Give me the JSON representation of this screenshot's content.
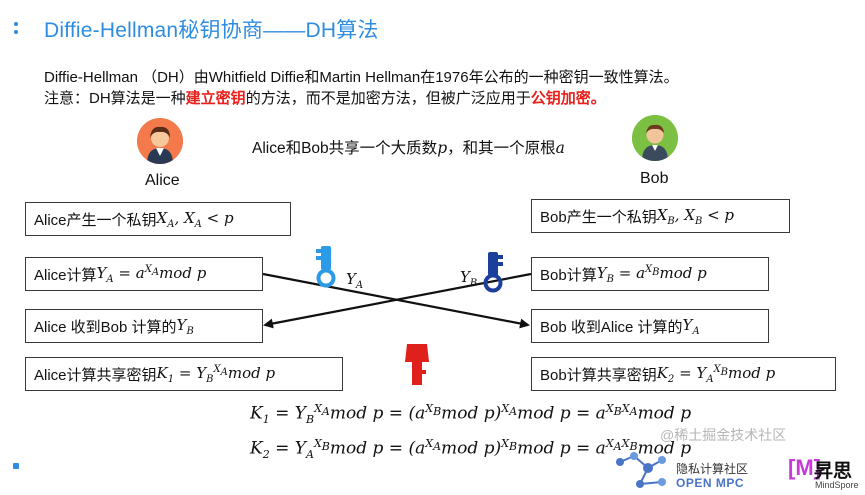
{
  "slide": {
    "title": "Diffie-Hellman秘钥协商——DH算法",
    "intro_line1": "Diffie-Hellman （DH）由Whitfield Diffie和Martin Hellman在1976年公布的一种密钥一致性算法。",
    "intro_line2_a": "注意：DH算法是一种",
    "intro_line2_red1": "建立密钥",
    "intro_line2_b": "的方法，而不是加密方法，但被广泛应用于",
    "intro_line2_red2": "公钥加密。",
    "alice_name": "Alice",
    "bob_name": "Bob",
    "prime_sentence_a": "Alice和Bob共享一个大质数",
    "prime_sentence_b": "，和其一个原根",
    "alice_private_prefix": "Alice产生一个私钥",
    "alice_compute_prefix": "Alice计算 ",
    "alice_receive_prefix": "Alice 收到Bob 计算的 ",
    "alice_shared_prefix": "Alice计算共享密钥 ",
    "bob_private_prefix": "Bob产生一个私钥",
    "bob_compute_prefix": "Bob计算 ",
    "bob_receive_prefix": "Bob 收到Alice 计算的 ",
    "bob_shared_prefix": "Bob计算共享密钥 ",
    "watermark": "@稀土掘金技术社区",
    "footer_community": "隐私计算社区",
    "footer_brand": "OPEN MPC",
    "footer_m": "[M]",
    "footer_shengsi": "昇思",
    "footer_mindspore": "MindSpore"
  },
  "colors": {
    "accent_blue": "#2e8de0",
    "emphasis_red": "#e8211c",
    "key_blue_light": "#2b9be8",
    "key_blue_dark": "#1c3f9c",
    "key_red": "#e0201d",
    "alice_avatar_bg": "#f47a4c",
    "bob_avatar_bg": "#7cc043"
  },
  "icons": [
    "alice-avatar-icon",
    "bob-avatar-icon",
    "key-light-blue-icon",
    "key-dark-blue-icon",
    "key-red-icon",
    "open-mpc-logo-icon"
  ]
}
